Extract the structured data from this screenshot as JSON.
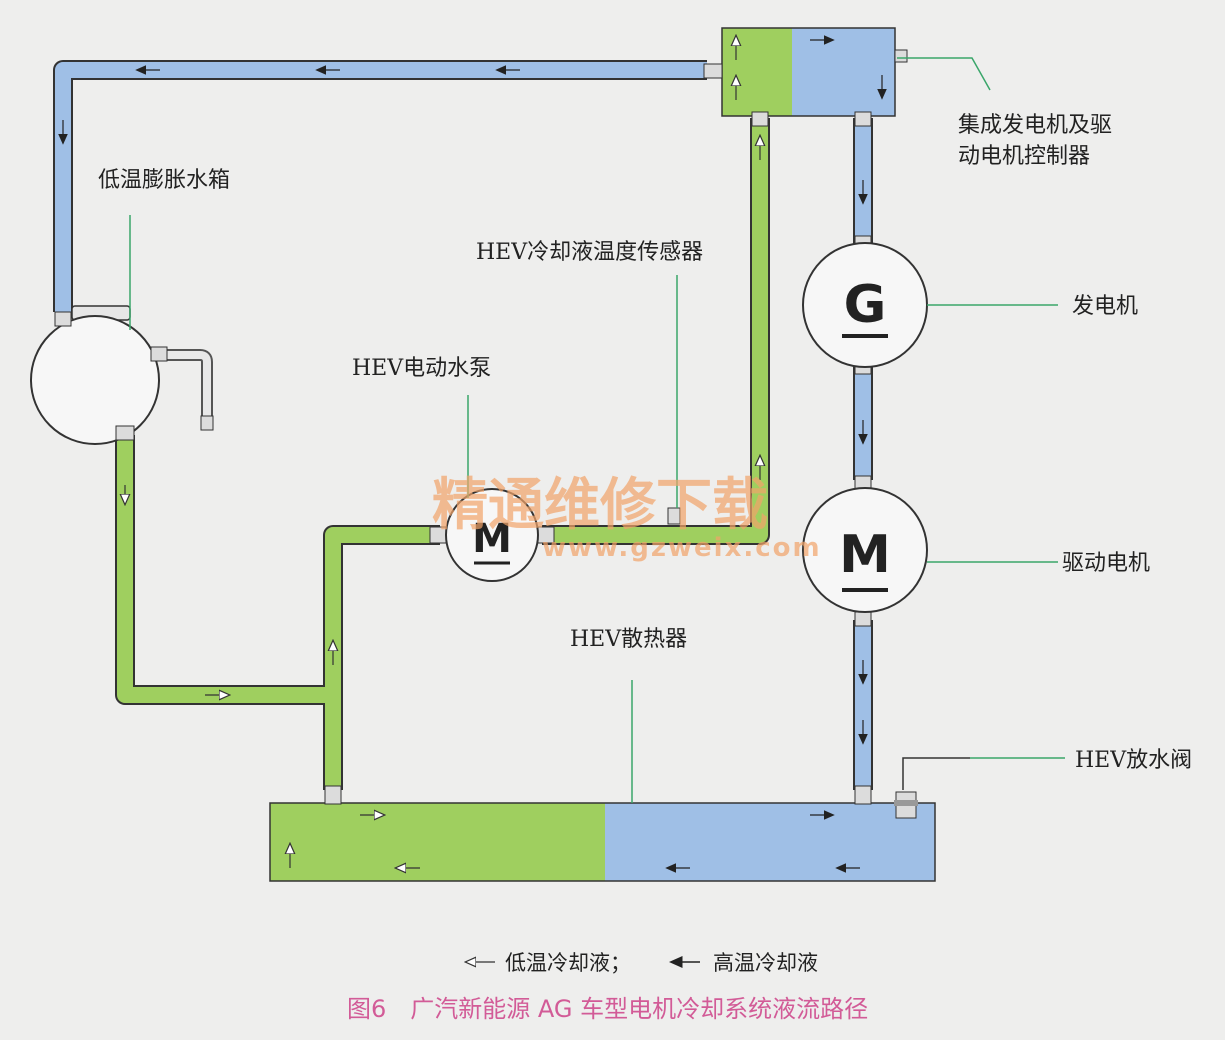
{
  "labels": {
    "tank": "低温膨胀水箱",
    "controller_line1": "集成发电机及驱",
    "controller_line2": "动电机控制器",
    "sensor": "HEV冷却液温度传感器",
    "pump": "HEV电动水泵",
    "generator": "发电机",
    "motor": "驱动电机",
    "radiator": "HEV散热器",
    "drain_valve": "HEV放水阀"
  },
  "symbols": {
    "generator": "G",
    "motor": "M",
    "pump": "M"
  },
  "legend": {
    "low_temp": "低温冷却液；",
    "high_temp": "高温冷却液"
  },
  "caption": "图6　广汽新能源 AG 车型电机冷却系统液流路径",
  "watermark": {
    "text_cn": "精通维修下载",
    "text_url": "www.gzweix.com"
  },
  "colors": {
    "low_temp_coolant": "#9fcf5f",
    "high_temp_coolant": "#9fbfe6",
    "caption": "#d25b97"
  }
}
